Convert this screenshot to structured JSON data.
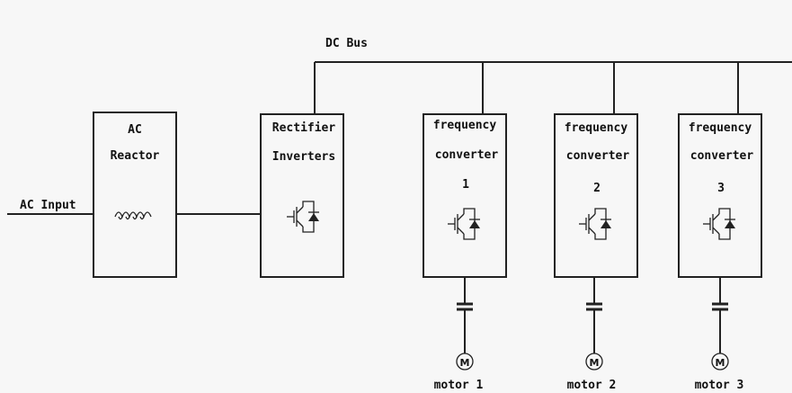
{
  "labels": {
    "dc_bus": "DC Bus",
    "ac_input": "AC Input",
    "ac_reactor": [
      "AC",
      "Reactor"
    ],
    "rectifier": [
      "Rectifier",
      "Inverters"
    ],
    "converters": [
      {
        "line1": "frequency",
        "line2": "converter",
        "number": "1"
      },
      {
        "line1": "frequency",
        "line2": "converter",
        "number": "2"
      },
      {
        "line1": "frequency",
        "line2": "converter",
        "number": "3"
      }
    ],
    "motors": [
      "motor 1",
      "motor 2",
      "motor 3"
    ],
    "motor_symbol": "M"
  },
  "icons": {
    "reactor": "inductor-coil-icon",
    "switch": "igbt-diode-icon",
    "capacitor": "capacitor-icon",
    "motor": "motor-icon"
  }
}
